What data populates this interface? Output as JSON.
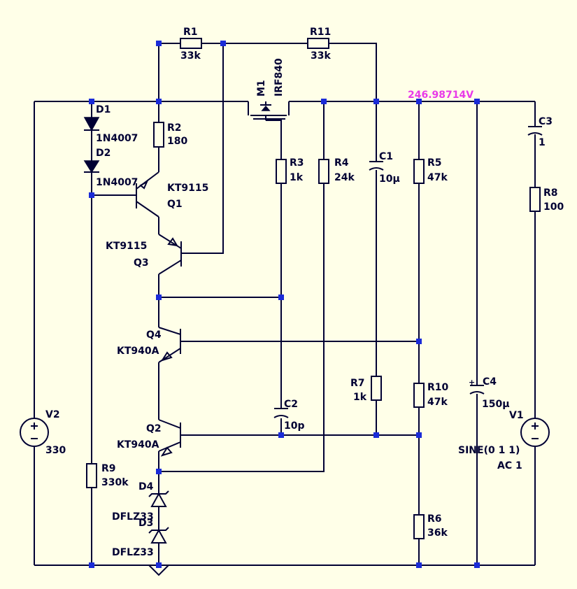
{
  "node_label": "246.98714V",
  "components": {
    "R1": {
      "ref": "R1",
      "value": "33k"
    },
    "R11": {
      "ref": "R11",
      "value": "33k"
    },
    "M1": {
      "ref": "M1",
      "value": "IRF840"
    },
    "R2": {
      "ref": "R2",
      "value": "180"
    },
    "D1": {
      "ref": "D1",
      "value": "1N4007"
    },
    "D2": {
      "ref": "D2",
      "value": "1N4007"
    },
    "Q1": {
      "ref": "Q1",
      "value": "KT9115"
    },
    "Q3": {
      "ref": "Q3",
      "value": "KT9115"
    },
    "Q4": {
      "ref": "Q4",
      "value": "KT940A"
    },
    "Q2": {
      "ref": "Q2",
      "value": "KT940A"
    },
    "R3": {
      "ref": "R3",
      "value": "1k"
    },
    "R4": {
      "ref": "R4",
      "value": "24k"
    },
    "C1": {
      "ref": "C1",
      "value": "10µ"
    },
    "R5": {
      "ref": "R5",
      "value": "47k"
    },
    "C3": {
      "ref": "C3",
      "value": "1"
    },
    "R8": {
      "ref": "R8",
      "value": "100"
    },
    "C2": {
      "ref": "C2",
      "value": "10p"
    },
    "R7": {
      "ref": "R7",
      "value": "1k"
    },
    "R10": {
      "ref": "R10",
      "value": "47k"
    },
    "C4": {
      "ref": "C4",
      "value": "150µ"
    },
    "V1": {
      "ref": "V1",
      "value": "SINE(0 1 1)",
      "value2": "AC 1"
    },
    "V2": {
      "ref": "V2",
      "value": "330"
    },
    "R9": {
      "ref": "R9",
      "value": "330k"
    },
    "D4": {
      "ref": "D4",
      "value": "DFLZ33"
    },
    "D3": {
      "ref": "D3",
      "value": "DFLZ33"
    },
    "R6": {
      "ref": "R6",
      "value": "36k"
    }
  },
  "colors": {
    "background": "#ffffe8",
    "wire": "#000033",
    "junction": "#1a2bd8",
    "node_label": "#e83ae8"
  }
}
